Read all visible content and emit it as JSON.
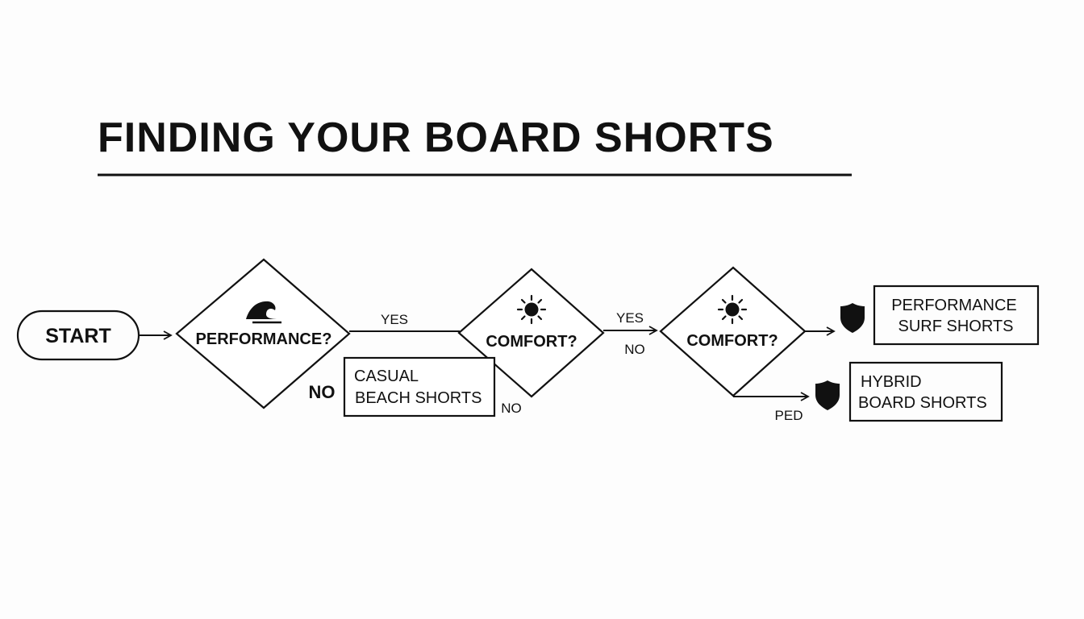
{
  "title": "FINDING YOUR BOARD SHORTS",
  "nodes": {
    "start": "START",
    "performance": "PERFORMANCE?",
    "comfort_1": "COMFORT?",
    "comfort_2": "COMFORT?",
    "casual": [
      "CASUAL",
      "BEACH SHORTS"
    ],
    "perf_surf": [
      "PERFORMANCE",
      "SURF SHORTS"
    ],
    "hybrid": [
      "HYBRID",
      "BOARD SHORTS"
    ]
  },
  "edges": {
    "perf_yes": "YES",
    "perf_no": "NO",
    "comfort1_yes": "YES",
    "comfort1_no_right": "NO",
    "comfort1_no_bottom": "NO",
    "comfort2_bottom": "PED"
  },
  "icons": {
    "performance": "wave-icon",
    "comfort_1": "sun-icon",
    "comfort_2": "sun-icon",
    "perf_surf": "shield-icon",
    "hybrid": "shield-icon"
  }
}
